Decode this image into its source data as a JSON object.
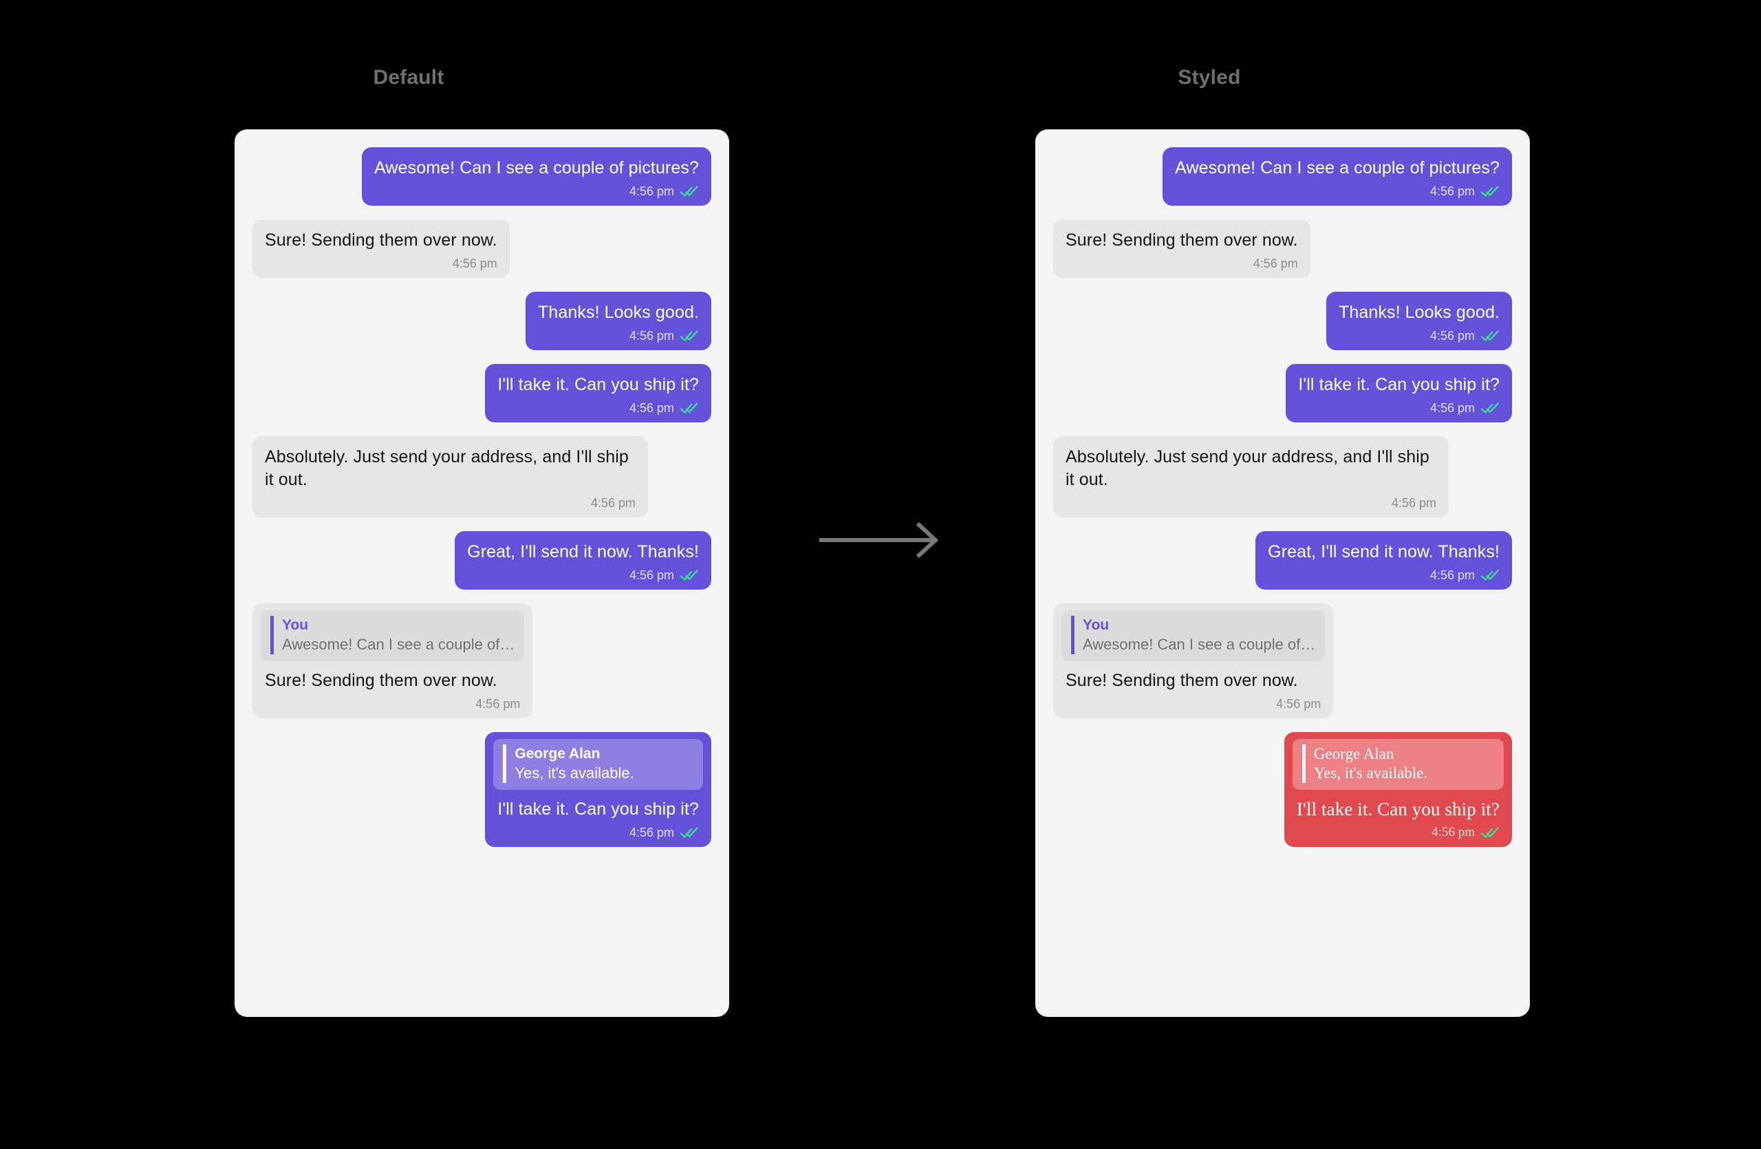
{
  "canvas": {
    "background": "#000000",
    "arrow_icon": "arrow-right-icon",
    "arrow_color": "#787878"
  },
  "colors": {
    "panel_background": "#f4f4f4",
    "outgoing_bubble": "#6352d9",
    "incoming_bubble": "#e6e6e6",
    "outgoing_text": "#ffffff",
    "incoming_text": "#141414",
    "quote_accent_default": "#6352d9",
    "styled_bubble": "#e04a4f",
    "styled_quote": "#ec8085",
    "tick_green": "#3ddc97",
    "title_gray": "#6f6f6f"
  },
  "panels": [
    {
      "id": "default",
      "title": "Default",
      "messages": [
        {
          "direction": "out",
          "text": "Awesome! Can I see a couple of pictures?",
          "time": "4:56 pm",
          "ticks": true,
          "quote": null,
          "styled": false
        },
        {
          "direction": "in",
          "text": "Sure! Sending them over now.",
          "time": "4:56 pm",
          "ticks": false,
          "quote": null,
          "styled": false
        },
        {
          "direction": "out",
          "text": "Thanks! Looks good.",
          "time": "4:56 pm",
          "ticks": true,
          "quote": null,
          "styled": false
        },
        {
          "direction": "out",
          "text": "I'll take it. Can you ship it?",
          "time": "4:56 pm",
          "ticks": true,
          "quote": null,
          "styled": false
        },
        {
          "direction": "in",
          "text": "Absolutely. Just send your address, and I'll ship it out.",
          "time": "4:56 pm",
          "ticks": false,
          "quote": null,
          "styled": false
        },
        {
          "direction": "out",
          "text": "Great, I'll send it now. Thanks!",
          "time": "4:56 pm",
          "ticks": true,
          "quote": null,
          "styled": false
        },
        {
          "direction": "in",
          "text": "Sure! Sending them over now.",
          "time": "4:56 pm",
          "ticks": false,
          "quote": {
            "author": "You",
            "preview": "Awesome! Can I see a couple of…"
          },
          "styled": false
        },
        {
          "direction": "out",
          "text": "I'll take it. Can you ship it?",
          "time": "4:56 pm",
          "ticks": true,
          "quote": {
            "author": "George Alan",
            "preview": "Yes, it's available."
          },
          "styled": false
        }
      ]
    },
    {
      "id": "styled",
      "title": "Styled",
      "messages": [
        {
          "direction": "out",
          "text": "Awesome! Can I see a couple of pictures?",
          "time": "4:56 pm",
          "ticks": true,
          "quote": null,
          "styled": false
        },
        {
          "direction": "in",
          "text": "Sure! Sending them over now.",
          "time": "4:56 pm",
          "ticks": false,
          "quote": null,
          "styled": false
        },
        {
          "direction": "out",
          "text": "Thanks! Looks good.",
          "time": "4:56 pm",
          "ticks": true,
          "quote": null,
          "styled": false
        },
        {
          "direction": "out",
          "text": "I'll take it. Can you ship it?",
          "time": "4:56 pm",
          "ticks": true,
          "quote": null,
          "styled": false
        },
        {
          "direction": "in",
          "text": "Absolutely. Just send your address, and I'll ship it out.",
          "time": "4:56 pm",
          "ticks": false,
          "quote": null,
          "styled": false
        },
        {
          "direction": "out",
          "text": "Great, I'll send it now. Thanks!",
          "time": "4:56 pm",
          "ticks": true,
          "quote": null,
          "styled": false
        },
        {
          "direction": "in",
          "text": "Sure! Sending them over now.",
          "time": "4:56 pm",
          "ticks": false,
          "quote": {
            "author": "You",
            "preview": "Awesome! Can I see a couple of…"
          },
          "styled": false
        },
        {
          "direction": "out",
          "text": "I'll take it. Can you ship it?",
          "time": "4:56 pm",
          "ticks": true,
          "quote": {
            "author": "George Alan",
            "preview": "Yes, it's available."
          },
          "styled": true
        }
      ]
    }
  ]
}
